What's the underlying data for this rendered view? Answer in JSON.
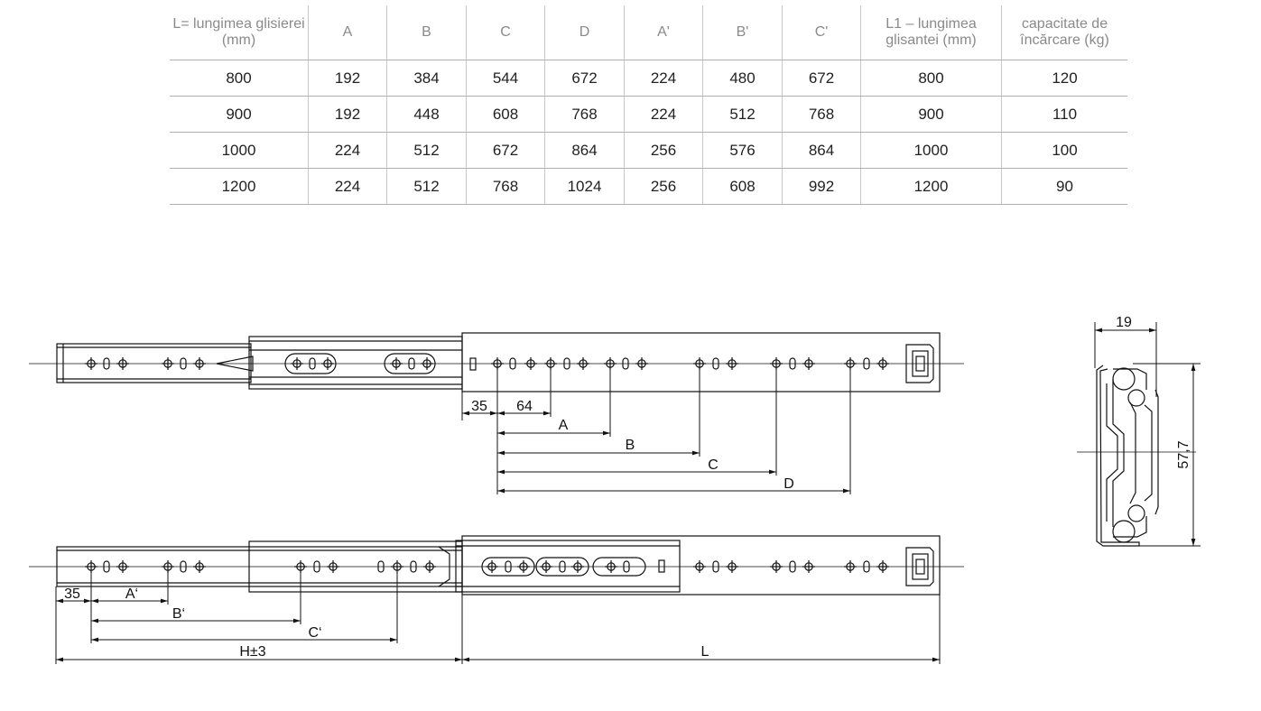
{
  "table": {
    "headers": [
      "L= lungimea glisierei (mm)",
      "A",
      "B",
      "C",
      "D",
      "A'",
      "B'",
      "C'",
      "L1 – lungimea glisantei (mm)",
      "capacitate de încărcare (kg)"
    ],
    "rows": [
      [
        "800",
        "192",
        "384",
        "544",
        "672",
        "224",
        "480",
        "672",
        "800",
        "120"
      ],
      [
        "900",
        "192",
        "448",
        "608",
        "768",
        "224",
        "512",
        "768",
        "900",
        "110"
      ],
      [
        "1000",
        "224",
        "512",
        "672",
        "864",
        "256",
        "576",
        "864",
        "1000",
        "100"
      ],
      [
        "1200",
        "224",
        "512",
        "768",
        "1024",
        "256",
        "608",
        "992",
        "1200",
        "90"
      ]
    ]
  },
  "drawing": {
    "top_view": {
      "dim_35": "35",
      "dim_64": "64",
      "dim_A": "A",
      "dim_B": "B",
      "dim_C": "C",
      "dim_D": "D"
    },
    "bottom_view": {
      "dim_35": "35",
      "dim_A2": "A‘",
      "dim_B2": "B‘",
      "dim_C2": "C‘",
      "dim_H": "H±3",
      "dim_L": "L"
    },
    "section": {
      "width": "19",
      "height": "57,7"
    }
  }
}
